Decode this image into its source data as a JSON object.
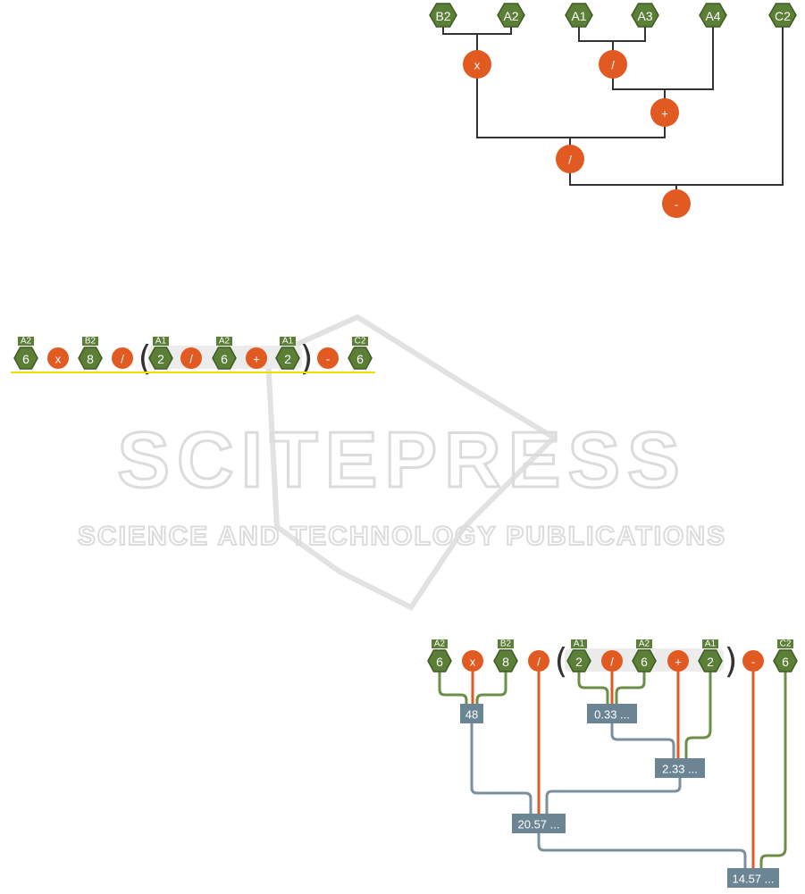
{
  "watermark": {
    "title": "SCITEPRESS",
    "subtitle": "SCIENCE AND TECHNOLOGY PUBLICATIONS"
  },
  "colors": {
    "operand": "#5b7f36",
    "operand_dark": "#3f5c22",
    "operator": "#e05a22",
    "result": "#6b8594",
    "wire": "#333333",
    "green_wire": "#6b8f47",
    "orange_wire": "#e05a22",
    "grey_wire": "#7a909c",
    "underline": "#f0e000"
  },
  "tree": {
    "leaves": [
      "B2",
      "A2",
      "A1",
      "A3",
      "A4",
      "C2"
    ],
    "ops": [
      "x",
      "/",
      "+",
      "/",
      "-"
    ]
  },
  "formula": {
    "tokens": [
      {
        "kind": "cell",
        "ref": "A2",
        "value": "6"
      },
      {
        "kind": "op",
        "value": "x"
      },
      {
        "kind": "cell",
        "ref": "B2",
        "value": "8"
      },
      {
        "kind": "op",
        "value": "/"
      },
      {
        "kind": "paren",
        "value": "("
      },
      {
        "kind": "cell",
        "ref": "A1",
        "value": "2"
      },
      {
        "kind": "op",
        "value": "/"
      },
      {
        "kind": "cell",
        "ref": "A2",
        "value": "6"
      },
      {
        "kind": "op",
        "value": "+"
      },
      {
        "kind": "cell",
        "ref": "A1",
        "value": "2"
      },
      {
        "kind": "paren",
        "value": ")"
      },
      {
        "kind": "op",
        "value": "-"
      },
      {
        "kind": "cell",
        "ref": "C2",
        "value": "6"
      }
    ]
  },
  "evaluated": {
    "results": [
      "48",
      "0.33 ...",
      "2.33 ...",
      "20.57 ...",
      "14.57 ..."
    ]
  }
}
